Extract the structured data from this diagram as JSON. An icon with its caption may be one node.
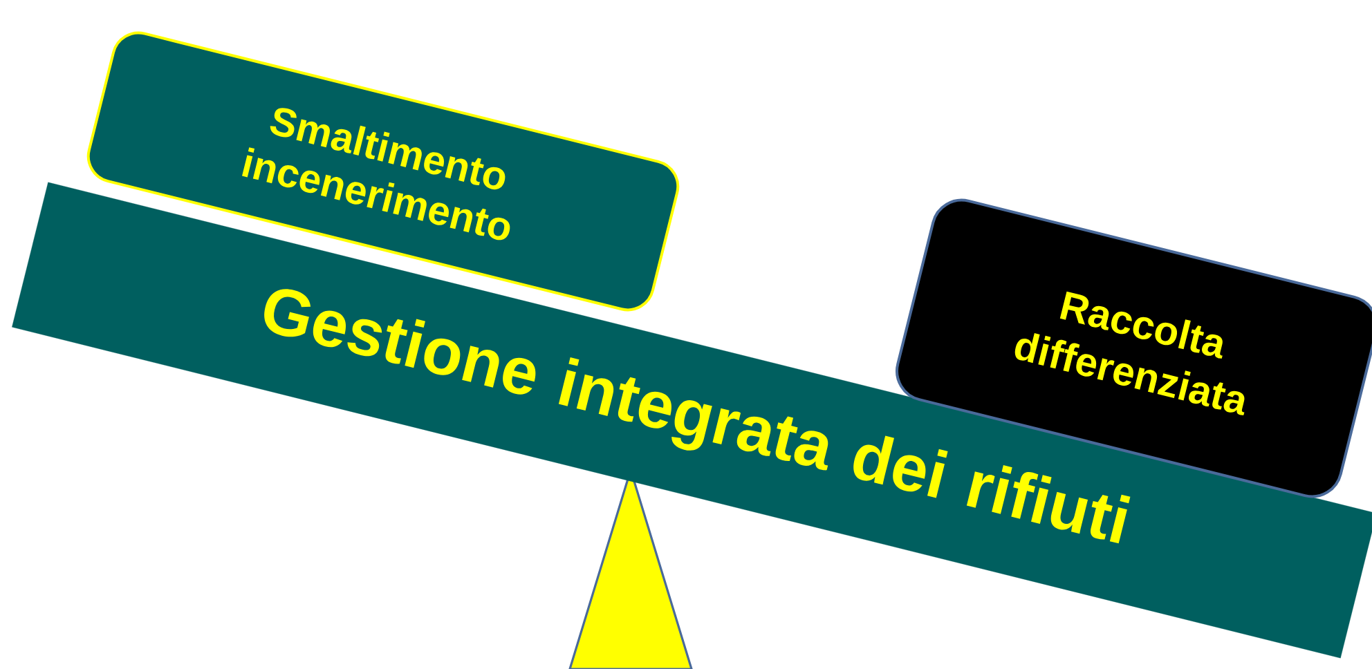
{
  "diagram": {
    "nodes": [
      {
        "text": [
          "Smaltimento incenerimento"
        ]
      },
      {
        "text": [
          "Gestione integrata dei rifiuti"
        ]
      },
      {
        "text": [
          "Raccolta differenziata"
        ]
      }
    ]
  }
}
